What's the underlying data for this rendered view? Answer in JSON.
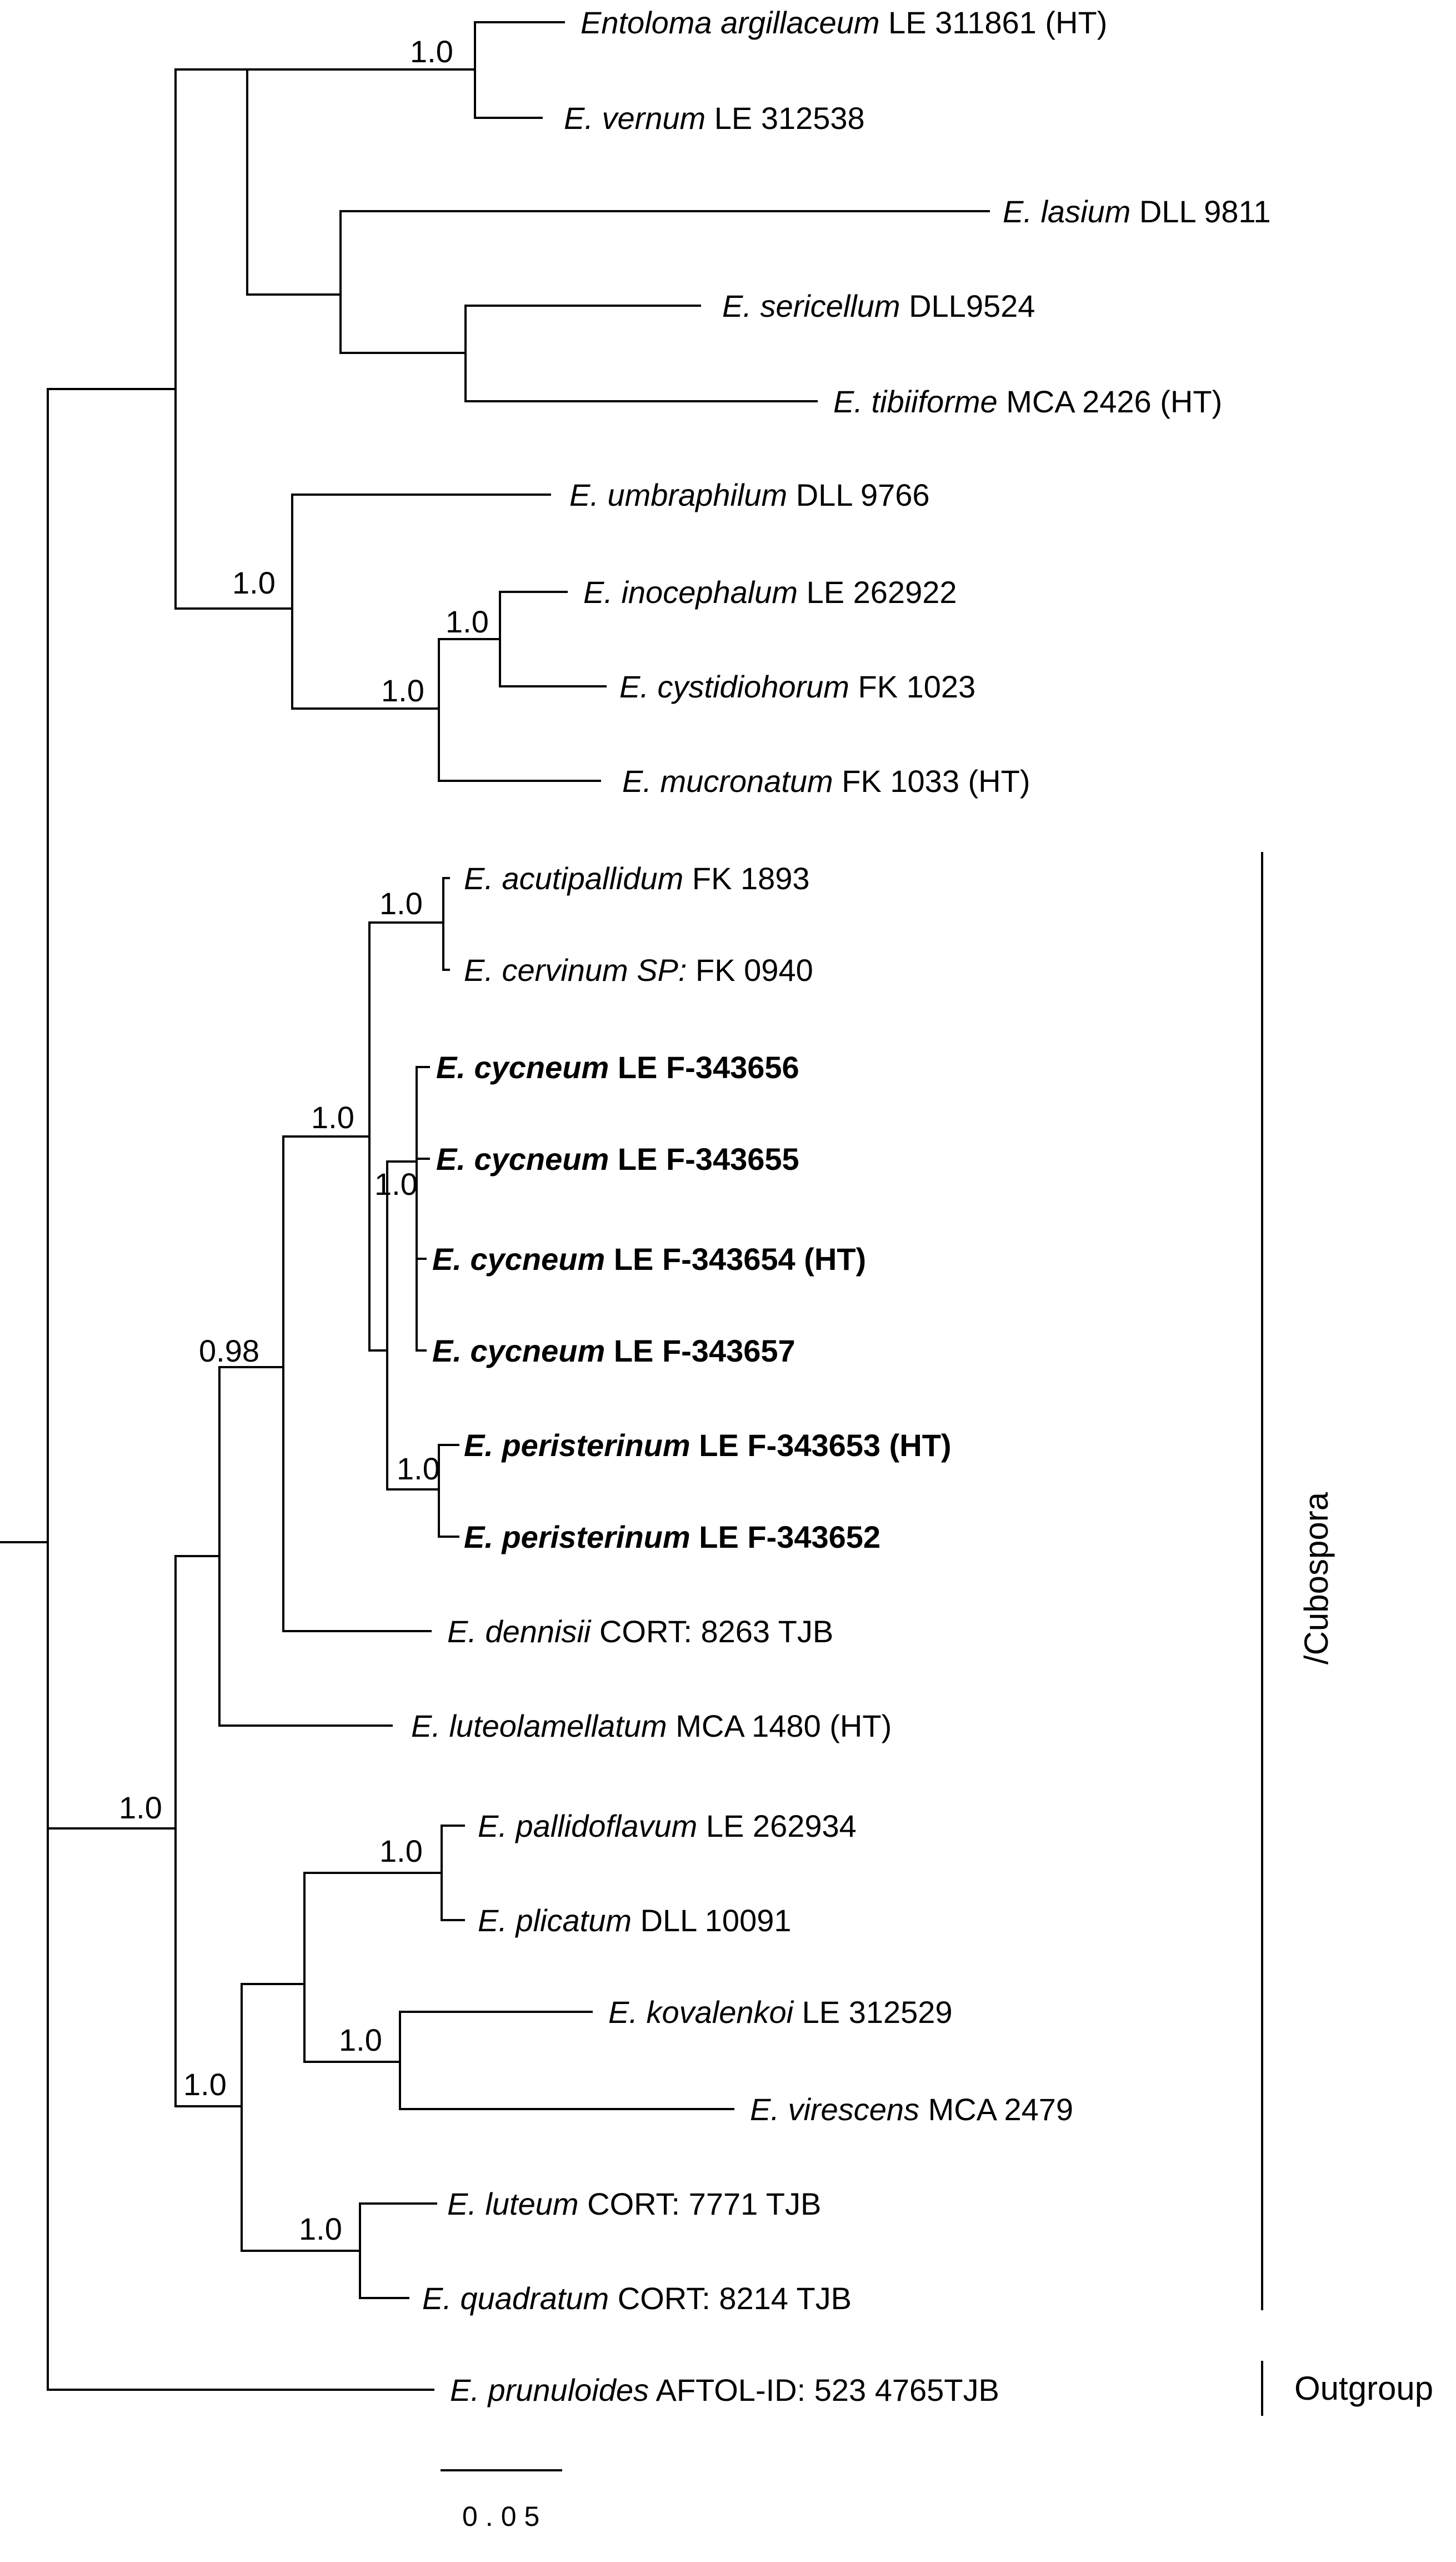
{
  "taxa": {
    "t1": {
      "genus": "Entoloma argillaceum",
      "voucher": "LE 311861 (HT)"
    },
    "t2": {
      "genus": "E. vernum",
      "voucher": "LE 312538"
    },
    "t3": {
      "genus": "E. lasium",
      "voucher": "DLL 9811"
    },
    "t4": {
      "genus": "E. sericellum",
      "voucher": "DLL9524"
    },
    "t5": {
      "genus": "E. tibiiforme",
      "voucher": "MCA 2426 (HT)"
    },
    "t6": {
      "genus": "E. umbraphilum",
      "voucher": "DLL 9766"
    },
    "t7": {
      "genus": "E. inocephalum",
      "voucher": "LE 262922"
    },
    "t8": {
      "genus": "E. cystidiohorum",
      "voucher": "FK 1023"
    },
    "t9": {
      "genus": "E. mucronatum",
      "voucher": "FK 1033 (HT)"
    },
    "t10": {
      "genus": "E. acutipallidum",
      "voucher": "FK 1893"
    },
    "t11": {
      "genus": "E. cervinum SP:",
      "voucher": "FK 0940"
    },
    "t12": {
      "genus": "E. cycneum",
      "voucher": "LE F-343656"
    },
    "t13": {
      "genus": "E. cycneum",
      "voucher": "LE F-343655"
    },
    "t14": {
      "genus": "E. cycneum",
      "voucher": "LE F-343654 (HT)"
    },
    "t15": {
      "genus": "E. cycneum",
      "voucher": "LE F-343657"
    },
    "t16": {
      "genus": "E. peristerinum",
      "voucher": "LE F-343653 (HT)"
    },
    "t17": {
      "genus": "E. peristerinum",
      "voucher": "LE F-343652"
    },
    "t18": {
      "genus": "E. dennisii",
      "voucher": "CORT: 8263 TJB"
    },
    "t19": {
      "genus": "E. luteolamellatum",
      "voucher": "MCA 1480 (HT)"
    },
    "t20": {
      "genus": "E. pallidoflavum",
      "voucher": "LE 262934"
    },
    "t21": {
      "genus": "E. plicatum",
      "voucher": "DLL 10091"
    },
    "t22": {
      "genus": "E. kovalenkoi",
      "voucher": "LE 312529"
    },
    "t23": {
      "genus": "E. virescens",
      "voucher": "MCA 2479"
    },
    "t24": {
      "genus": "E. luteum",
      "voucher": "CORT: 7771 TJB"
    },
    "t25": {
      "genus": "E. quadratum",
      "voucher": "CORT: 8214 TJB"
    },
    "t26": {
      "genus": "E. prunuloides",
      "voucher": "AFTOL-ID: 523 4765TJB"
    }
  },
  "support": {
    "argillaceum_vernum": "1.0",
    "umbraphilum_clade": "1.0",
    "inocephalum_cystidiohorum": "1.0",
    "inocephalum_mucronatum": "1.0",
    "acutipallidum_cervinum": "1.0",
    "cubospora_core": "1.0",
    "cycneum_peristerinum": "1.0",
    "peristerinum_pair": "1.0",
    "dennisii_clade": "0.98",
    "cubospora_outgroup_node": "1.0",
    "pallidoflavum_plicatum": "1.0",
    "kovalenkoi_virescens": "1.0",
    "pallidoflavum_group": "1.0",
    "luteum_quadratum": "1.0"
  },
  "clades": {
    "cubospora": "/Cubospora",
    "outgroup": "Outgroup"
  },
  "scale_bar": {
    "label": "0.05"
  }
}
